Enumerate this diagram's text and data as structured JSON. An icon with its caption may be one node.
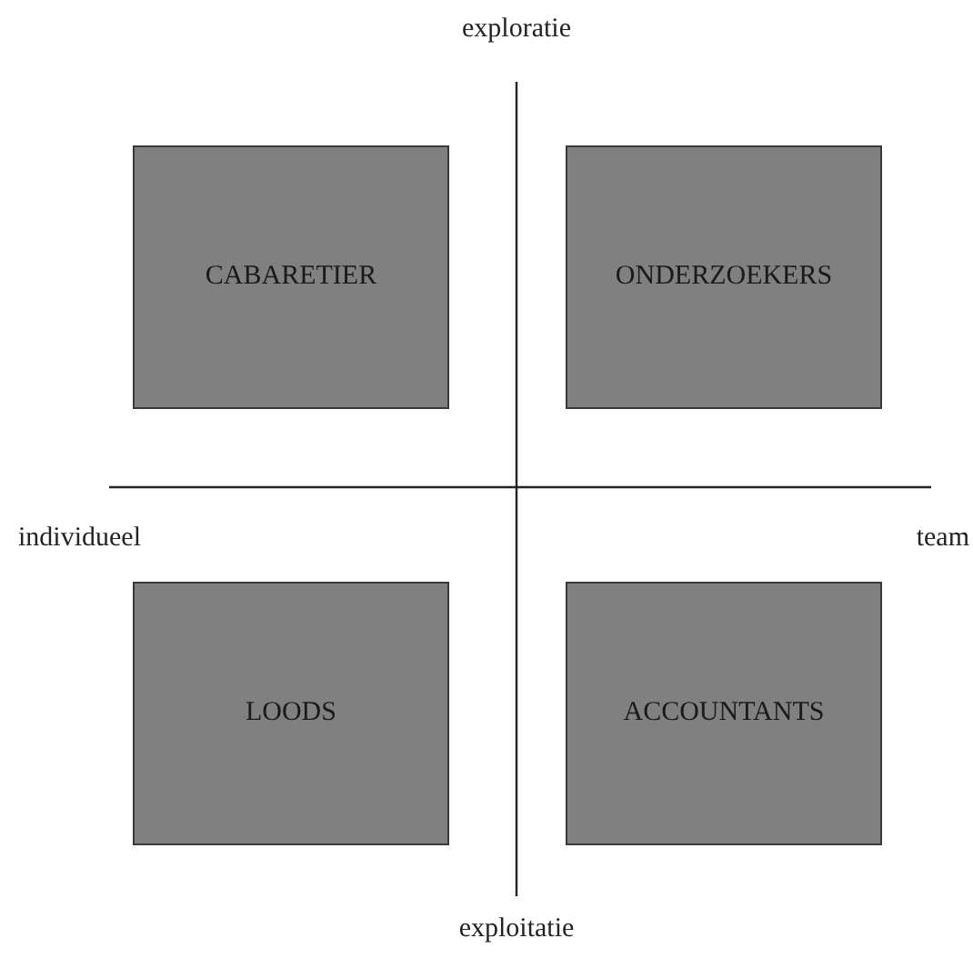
{
  "diagram": {
    "nodes": [
      {
        "text": [
          "CABARETIER"
        ]
      },
      {
        "text": [
          "ONDERZOEKERS"
        ]
      },
      {
        "text": [
          "LOODS"
        ]
      },
      {
        "text": [
          "ACCOUNTANTS"
        ]
      }
    ],
    "labels": [
      "exploratie",
      "individueel",
      "team",
      "exploitatie"
    ]
  }
}
